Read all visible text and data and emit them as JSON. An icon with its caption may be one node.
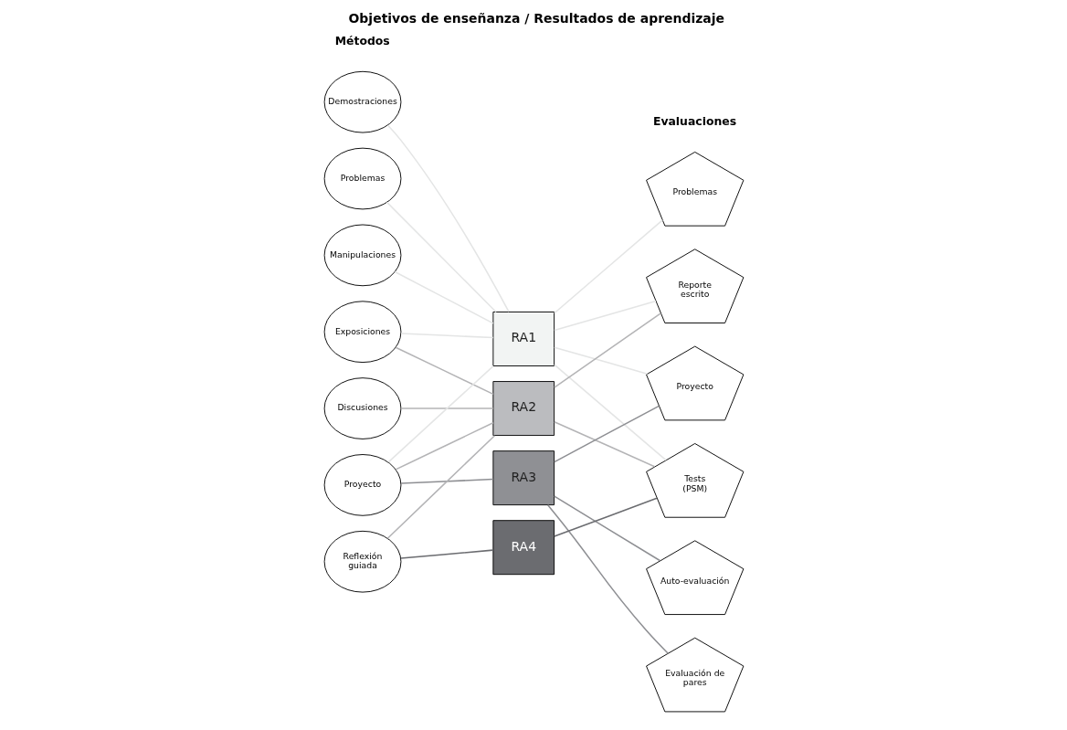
{
  "diagram": {
    "title": "Objetivos de enseñanza / Resultados de aprendizaje",
    "nodes": [
      {
        "text": [
          "Demostraciones"
        ]
      },
      {
        "text": [
          "Problemas"
        ]
      },
      {
        "text": [
          "Manipulaciones"
        ]
      },
      {
        "text": [
          "Exposiciones"
        ]
      },
      {
        "text": [
          "Discusiones"
        ]
      },
      {
        "text": [
          "Proyecto"
        ]
      },
      {
        "text": [
          "Reflexión guiada"
        ]
      },
      {
        "text": [
          "RA1"
        ]
      },
      {
        "text": [
          "RA2"
        ]
      },
      {
        "text": [
          "RA3"
        ]
      },
      {
        "text": [
          "RA4"
        ]
      },
      {
        "text": [
          "Problemas"
        ]
      },
      {
        "text": [
          "Reporte escrito"
        ]
      },
      {
        "text": [
          "Proyecto"
        ]
      },
      {
        "text": [
          "Tests (PSM)"
        ]
      },
      {
        "text": [
          "Auto-evaluación"
        ]
      },
      {
        "text": [
          "Evaluación de pares"
        ]
      }
    ],
    "edges": [
      {
        "from": 0,
        "to": 7,
        "arrow": "none"
      },
      {
        "from": 1,
        "to": 7,
        "arrow": "none"
      },
      {
        "from": 2,
        "to": 7,
        "arrow": "none"
      },
      {
        "from": 3,
        "to": 7,
        "arrow": "none"
      },
      {
        "from": 5,
        "to": 7,
        "arrow": "none"
      },
      {
        "from": 3,
        "to": 8,
        "arrow": "none",
        "color": "#b4b4b6"
      },
      {
        "from": 4,
        "to": 8,
        "arrow": "none",
        "color": "#b4b4b6"
      },
      {
        "from": 5,
        "to": 8,
        "arrow": "none",
        "color": "#b4b4b6"
      },
      {
        "from": 6,
        "to": 8,
        "arrow": "none",
        "color": "#b4b4b6"
      },
      {
        "from": 5,
        "to": 9,
        "arrow": "none",
        "color": "#8e8f93"
      },
      {
        "from": 6,
        "to": 10,
        "arrow": "none",
        "color": "#6b6c70"
      },
      {
        "from": 7,
        "to": 11,
        "arrow": "none"
      },
      {
        "from": 7,
        "to": 12,
        "arrow": "none"
      },
      {
        "from": 7,
        "to": 13,
        "arrow": "none"
      },
      {
        "from": 7,
        "to": 14,
        "arrow": "none"
      },
      {
        "from": 8,
        "to": 12,
        "arrow": "none",
        "color": "#b4b4b6"
      },
      {
        "from": 8,
        "to": 14,
        "arrow": "none",
        "color": "#b4b4b6"
      },
      {
        "from": 9,
        "to": 13,
        "arrow": "none",
        "color": "#8e8f93"
      },
      {
        "from": 9,
        "to": 15,
        "arrow": "none",
        "color": "#8e8f93"
      },
      {
        "from": 9,
        "to": 16,
        "arrow": "none",
        "color": "#8e8f93"
      },
      {
        "from": 10,
        "to": 14,
        "arrow": "none",
        "color": "#6b6c70"
      }
    ],
    "labels": [
      "Métodos",
      "Evaluaciones"
    ]
  }
}
